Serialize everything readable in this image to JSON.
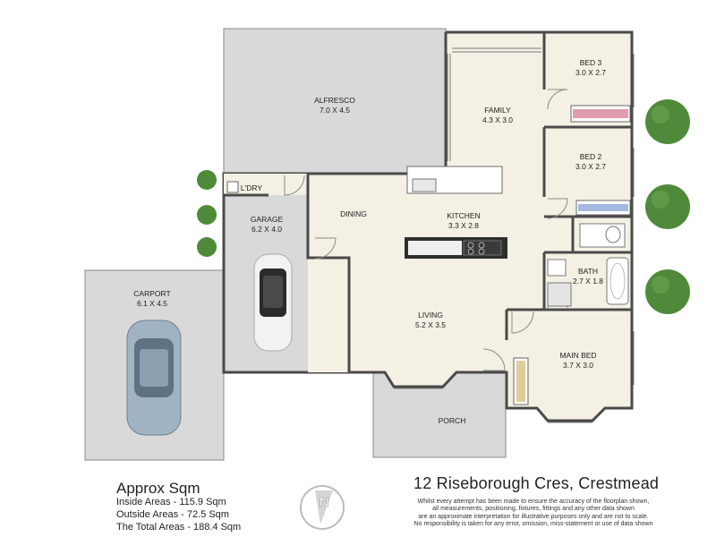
{
  "rooms": {
    "alfresco": {
      "name": "ALFRESCO",
      "size": "7.0 X 4.5"
    },
    "family": {
      "name": "FAMILY",
      "size": "4.3 X 3.0"
    },
    "bed3": {
      "name": "BED 3",
      "size": "3.0 X 2.7"
    },
    "bed2": {
      "name": "BED 2",
      "size": "3.0 X 2.7"
    },
    "laundry": {
      "name": "L'DRY"
    },
    "garage": {
      "name": "GARAGE",
      "size": "6.2 X 4.0"
    },
    "dining": {
      "name": "DINING"
    },
    "kitchen": {
      "name": "KITCHEN",
      "size": "3.3 X 2.8"
    },
    "bath": {
      "name": "BATH",
      "size": "2.7 X 1.8"
    },
    "carport": {
      "name": "CARPORT",
      "size": "6.1 X 4.5"
    },
    "living": {
      "name": "LIVING",
      "size": "5.2 X 3.5"
    },
    "main_bed": {
      "name": "MAIN BED",
      "size": "3.7 X 3.0"
    },
    "porch": {
      "name": "PORCH"
    }
  },
  "areas": {
    "title": "Approx Sqm",
    "inside": "Inside Areas - 115.9 Sqm",
    "outside": "Outside Areas - 72.5 Sqm",
    "total": "The Total Areas - 188.4 Sqm"
  },
  "address": "12 Riseborough Cres, Crestmead",
  "compass_letter": "N",
  "disclaimer": [
    "Whilst every attempt has been made to ensure the accuracy of the floorplan shown,",
    "all measurements, positioning, fixtures, fittings and any other data shown",
    "are an approximate interpretation for illustrative purposes only and are not to scale.",
    "No responsibility is taken for any error, omission, miss-statement or use of data shown"
  ],
  "colors": {
    "interior_floor": "#f4f0e4",
    "outdoor_floor": "#d9d9d9",
    "wall": "#4a4a4a",
    "tree": "#4f8a3a"
  }
}
